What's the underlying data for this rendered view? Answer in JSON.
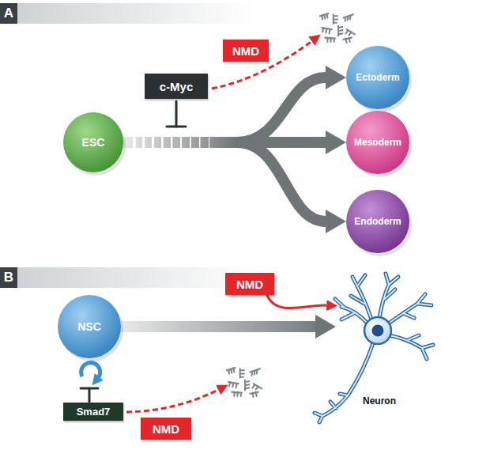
{
  "diagram": {
    "nodes": [
      {
        "text": [
          "c-Myc"
        ]
      },
      {
        "text": [
          "NMD"
        ]
      },
      {
        "text": [
          "ESC"
        ]
      },
      {
        "text": [
          "Ectoderm"
        ]
      },
      {
        "text": [
          "Mesoderm"
        ]
      },
      {
        "text": [
          "Endoderm"
        ]
      },
      {
        "text": [
          "NMD"
        ]
      },
      {
        "text": [
          "NSC"
        ]
      },
      {
        "text": [
          "Neuron"
        ]
      },
      {
        "text": [
          "Smad7"
        ]
      },
      {
        "text": [
          "NMD"
        ]
      }
    ],
    "edges": [
      {
        "from": 2,
        "to": 3,
        "arrow": "to"
      },
      {
        "from": 2,
        "to": 4,
        "arrow": "to"
      },
      {
        "from": 2,
        "to": 5,
        "arrow": "to"
      },
      {
        "from": 7,
        "to": 8,
        "arrow": "to"
      },
      {
        "from": 6,
        "to": 8,
        "arrow": "to"
      }
    ],
    "labels": [
      "A",
      "B"
    ]
  }
}
